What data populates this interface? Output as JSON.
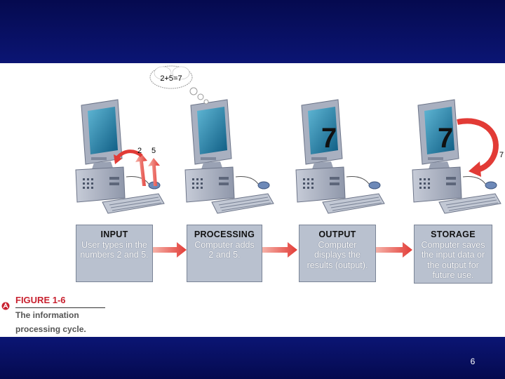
{
  "diagram": {
    "thought_text": "2+5=7",
    "arrow_labels": [
      "2",
      "5"
    ],
    "screen_value_output": "7",
    "screen_value_storage": "7",
    "storage_loop_label": "7",
    "steps": [
      {
        "title": "INPUT",
        "lines": [
          "User types in the",
          "numbers 2 and 5."
        ]
      },
      {
        "title": "PROCESSING",
        "lines": [
          "Computer adds",
          "2 and 5."
        ]
      },
      {
        "title": "OUTPUT",
        "lines": [
          "Computer",
          "displays the",
          "results (output)."
        ]
      },
      {
        "title": "STORAGE",
        "lines": [
          "Computer saves",
          "the input data or",
          "the output for",
          "future use."
        ]
      }
    ],
    "figure_label": "FIGURE 1-6",
    "figure_caption_lines": [
      "The information",
      "processing cycle."
    ]
  },
  "slide": {
    "number": "6"
  },
  "colors": {
    "band": "#0b1574",
    "arrow": "#e23b36",
    "box": "#b9c1cf",
    "figure_label": "#c8202e"
  }
}
